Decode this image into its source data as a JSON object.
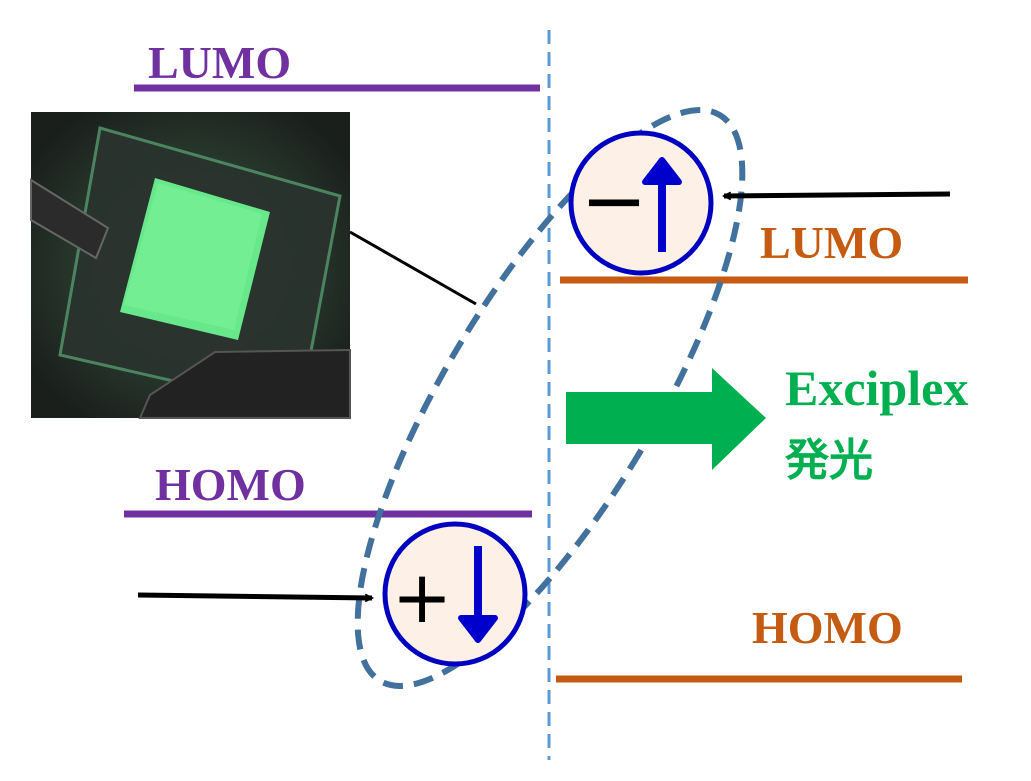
{
  "labels": {
    "donor_lumo": "LUMO",
    "donor_homo": "HOMO",
    "acceptor_lumo": "LUMO",
    "acceptor_homo": "HOMO",
    "emission_line1": "Exciplex",
    "emission_line2": "発光",
    "electron_sign": "−",
    "hole_sign": "+"
  },
  "colors": {
    "donor_level": "#7030a0",
    "acceptor_level": "#c55a11",
    "emission": "#00b050",
    "carrier_circle_stroke": "#0000c0",
    "carrier_circle_fill": "#fdf0e6",
    "spin_arrow": "#0000cc",
    "interface_line": "#5b9bd5",
    "exciplex_ellipse": "#41719c"
  },
  "icons": {
    "electron": "spin-up-arrow-icon",
    "hole": "spin-down-arrow-icon",
    "emission": "block-arrow-right-icon"
  }
}
